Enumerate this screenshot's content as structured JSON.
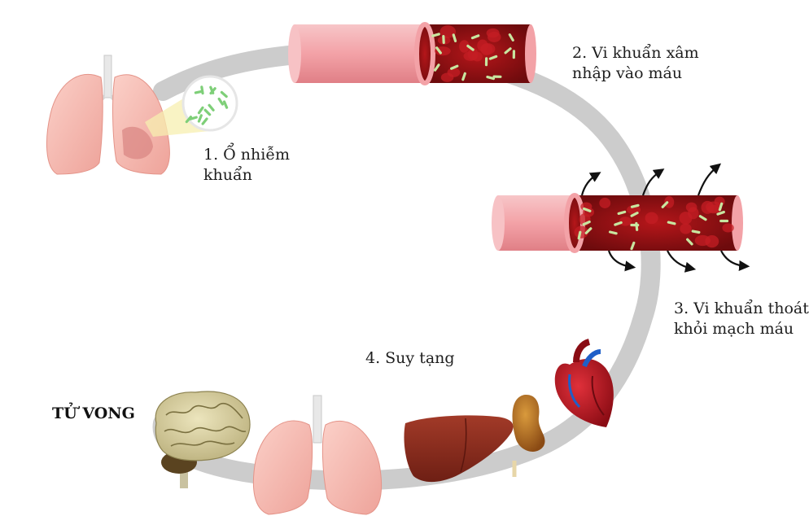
{
  "steps": [
    {
      "lines": [
        "1. Ổ nhiễm",
        "khuẩn"
      ]
    },
    {
      "lines": [
        "2. Vi khuẩn xâm",
        "nhập vào máu"
      ]
    },
    {
      "lines": [
        "3. Vi khuẩn thoát",
        "khỏi mạch máu"
      ]
    },
    {
      "lines": [
        "4. Suy tạng"
      ]
    }
  ],
  "outcome": "TỬ VONG",
  "colors": {
    "ring": "#cfcfcf",
    "vessel_wall": "#f4a9ad",
    "blood": "#9d1010",
    "bacteria": "#c8e6a0",
    "lung": "#f6b9b1",
    "liver": "#8e2a1d",
    "kidney": "#b36a1f",
    "heart": "#b3101c",
    "brain": "#d8d0a2"
  },
  "icons": [
    "lungs-icon",
    "blood-vessel-icon",
    "bacteria-icon",
    "arrow-out-icon",
    "brain-icon",
    "liver-icon",
    "kidney-icon",
    "heart-icon"
  ]
}
